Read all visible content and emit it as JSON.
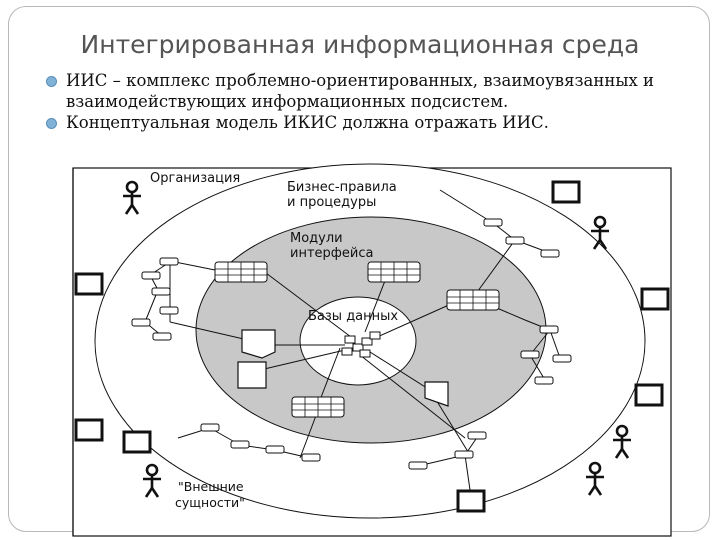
{
  "slide": {
    "title": "Интегрированная информационная среда",
    "bullets": [
      {
        "text": "ИИС – комплекс проблемно-ориентированных, взаимоувязанных и взаимодействующих информационных подсистем."
      },
      {
        "text": "Концептуальная модель ИКИС должна отражать ИИС."
      }
    ]
  },
  "diagram": {
    "labels": {
      "organization": "Организация",
      "business_rules_line1": "Бизнес-правила",
      "business_rules_line2": "и процедуры",
      "interface_modules_line1": "Модули",
      "interface_modules_line2": "интерфейса",
      "databases": "Базы данных",
      "external_entities_line1": "\"Внешние",
      "external_entities_line2": "сущности\""
    },
    "colors": {
      "outer_ring": "#ffffff",
      "middle_ring": "#c8c8c8",
      "inner_core": "#ffffff",
      "bullet": "#7fb2d6"
    }
  }
}
